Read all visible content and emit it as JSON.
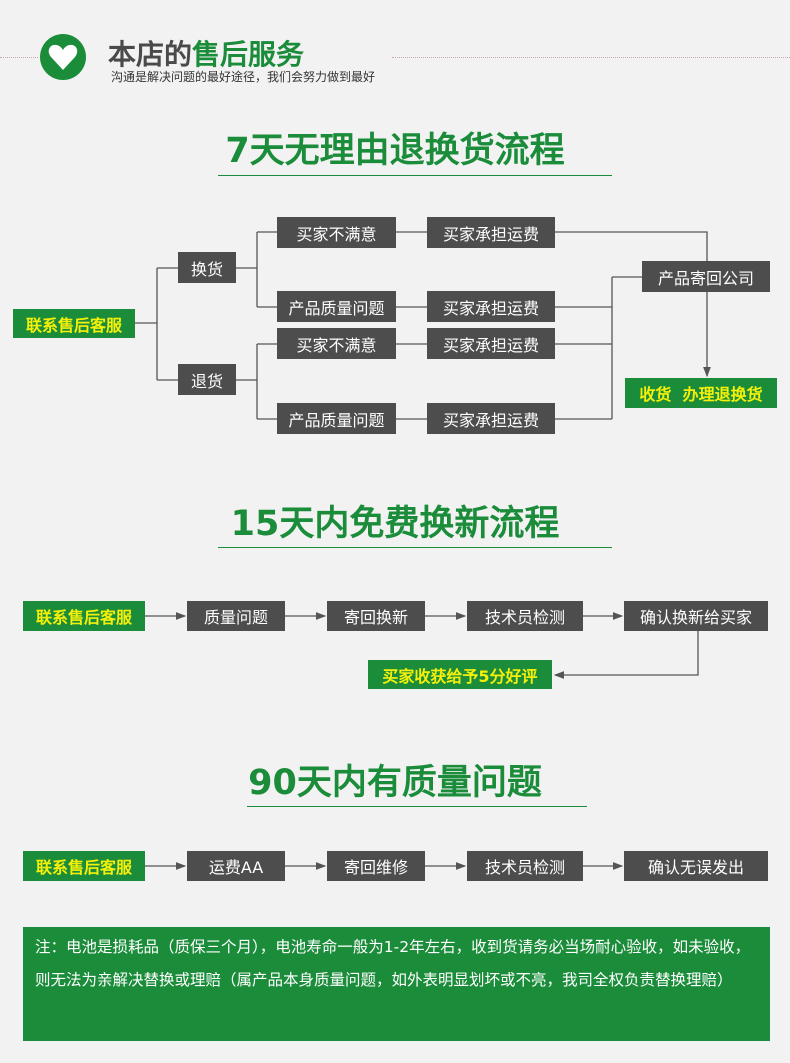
{
  "header": {
    "title_dark": "本店的",
    "title_green": "售后服务",
    "subtitle": "沟通是解决问题的最好途径，我们会努力做到最好"
  },
  "section1": {
    "heading": "7天无理由退换货流程",
    "contact": "联系售后客服",
    "exchange": "换货",
    "return": "退货",
    "reason_unsatisfied": "买家不满意",
    "reason_quality": "产品质量问题",
    "buyer_pays_shipping": "买家承担运费",
    "send_back": "产品寄回公司",
    "receive_process": "收货  办理退换货"
  },
  "section2": {
    "heading": "15天内免费换新流程",
    "steps": [
      "联系售后客服",
      "质量问题",
      "寄回换新",
      "技术员检测",
      "确认换新给买家"
    ],
    "final": "买家收获给予5分好评"
  },
  "section3": {
    "heading": "90天内有质量问题",
    "steps": [
      "联系售后客服",
      "运费AA",
      "寄回维修",
      "技术员检测",
      "确认无误发出"
    ]
  },
  "note": {
    "text": "注：电池是损耗品（质保三个月），电池寿命一般为1-2年左右，收到货请务必当场耐心验收，如未验收，则无法为亲解决替换或理赔（属产品本身质量问题，如外表明显划坏或不亮，我司全权负责替换理赔）"
  },
  "colors": {
    "green": "#1a8c3a",
    "dark_box": "#4d4d4d",
    "highlight_text": "#f5f00a"
  }
}
